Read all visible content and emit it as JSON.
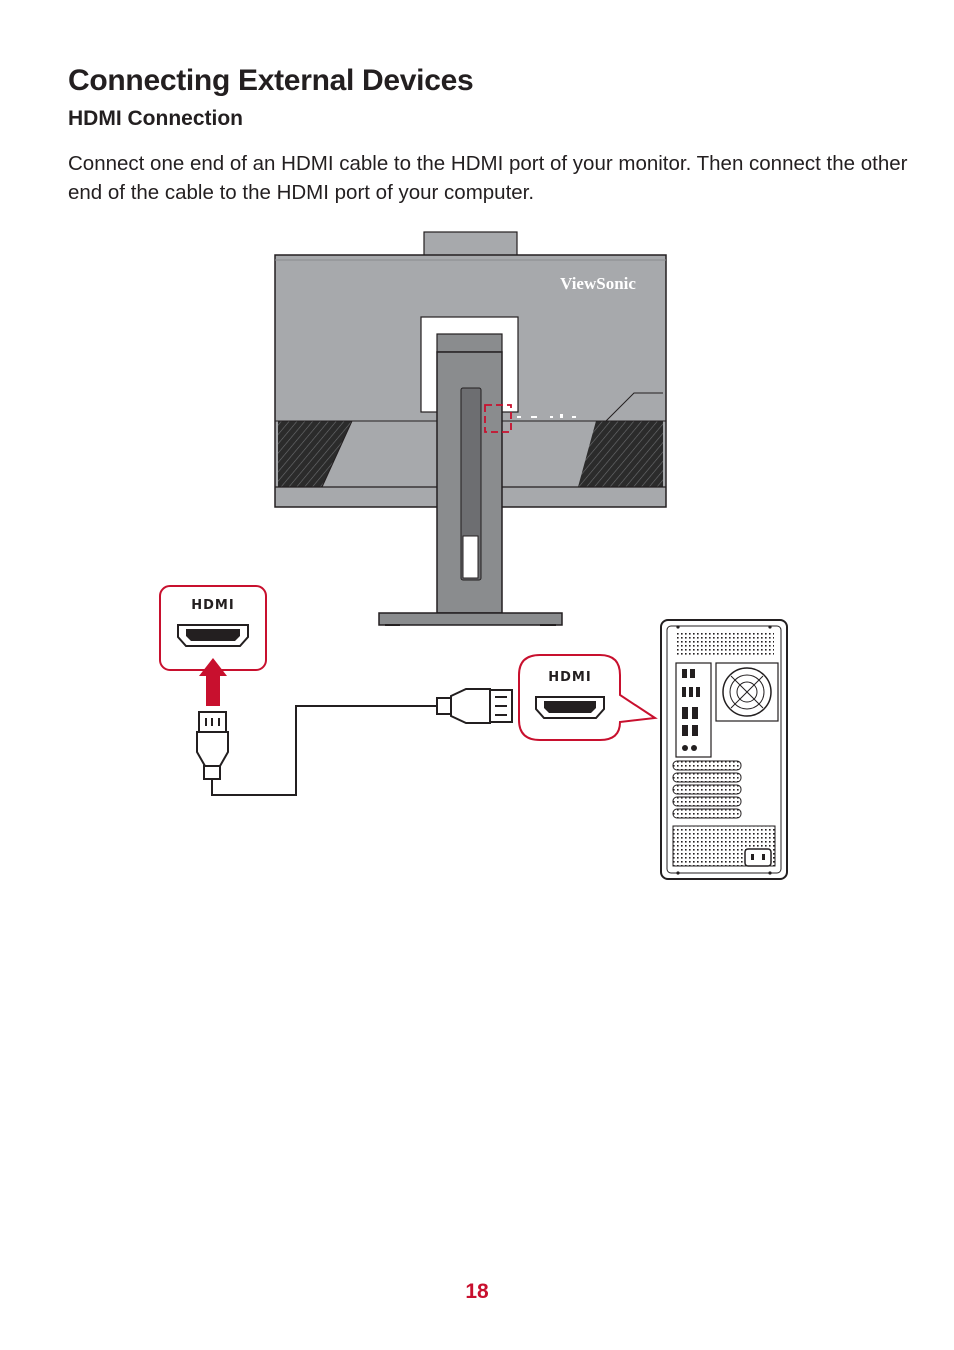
{
  "page": {
    "title": "Connecting External Devices",
    "subtitle": "HDMI Connection",
    "body": "Connect one end of an HDMI cable to the HDMI port of your monitor. Then connect the other end of the cable to the HDMI port of your computer.",
    "page_number": "18"
  },
  "figure": {
    "monitor_brand": "ViewSonic",
    "hdmi_logo_text": "HDMI",
    "colors": {
      "accent": "#c8102e",
      "monitor_body": "#a7a9ac",
      "monitor_dark": "#231f20",
      "stand": "#8a8c8e",
      "outline": "#231f20"
    }
  }
}
